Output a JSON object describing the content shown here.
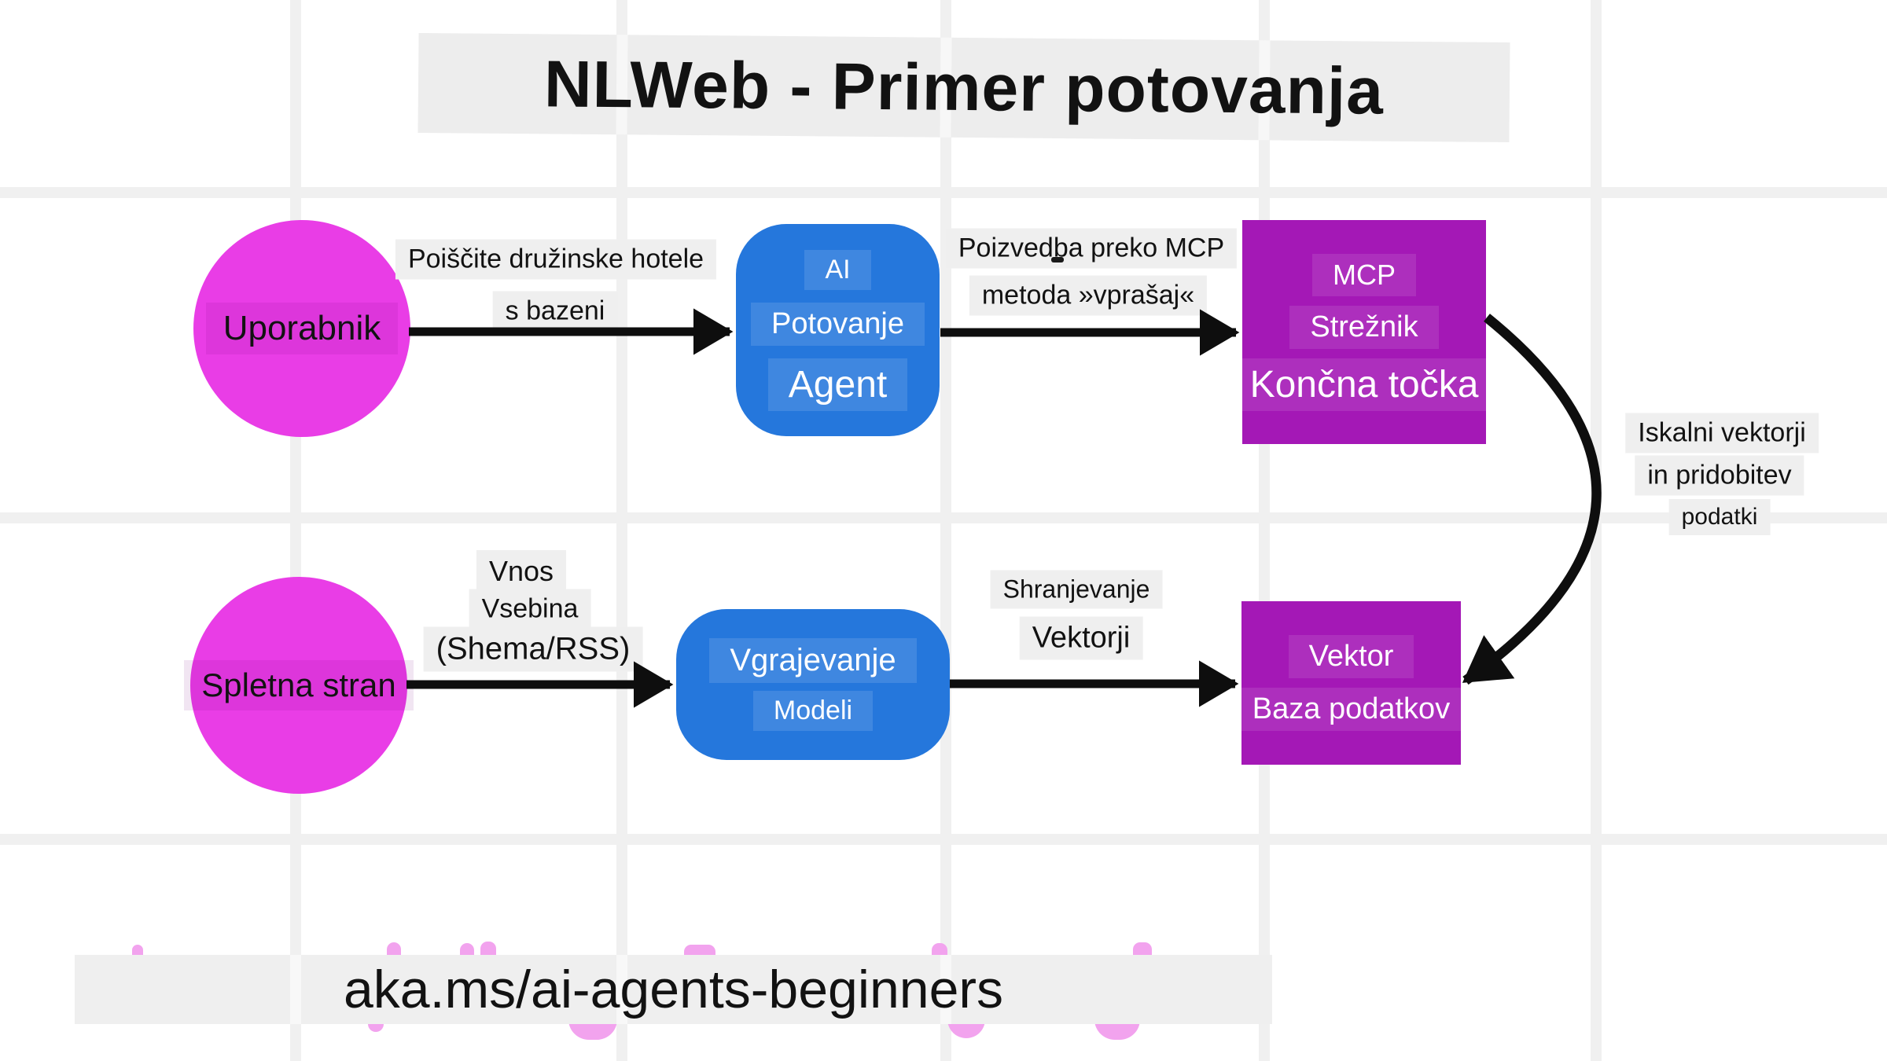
{
  "title": "NLWeb - Primer potovanja",
  "footer": "aka.ms/ai-agents-beginners",
  "nodes": {
    "user": {
      "label": "Uporabnik"
    },
    "website": {
      "label": "Spletna stran"
    },
    "ai_agent": {
      "lines": [
        "AI",
        "Potovanje",
        "Agent"
      ]
    },
    "mcp_server": {
      "lines": [
        "MCP",
        "Strežnik",
        "Končna točka"
      ]
    },
    "embedding": {
      "lines": [
        "Vgrajevanje",
        "Modeli"
      ]
    },
    "vector_db": {
      "lines": [
        "Vektor",
        "Baza podatkov"
      ]
    }
  },
  "edge_labels": {
    "user_to_agent": [
      "Poiščite družinske hotele",
      "s bazeni"
    ],
    "agent_to_mcp": [
      "Poizvedba preko MCP",
      "metoda »vprašaj«"
    ],
    "mcp_to_db": [
      "Iskalni vektorji",
      "in pridobitev",
      "podatki"
    ],
    "website_to_embedding": [
      "Vnos",
      "Vsebina",
      "(Shema/RSS)"
    ],
    "embedding_to_db": [
      "Shranjevanje",
      "Vektorji"
    ]
  },
  "colors": {
    "magenta": "#e93de6",
    "blue": "#2577dc",
    "purple": "#a418b6",
    "label_bg": "#efefef",
    "grid": "#f0f0f0",
    "arrow": "#0e0e0e",
    "pink": "#f2a3ee"
  }
}
